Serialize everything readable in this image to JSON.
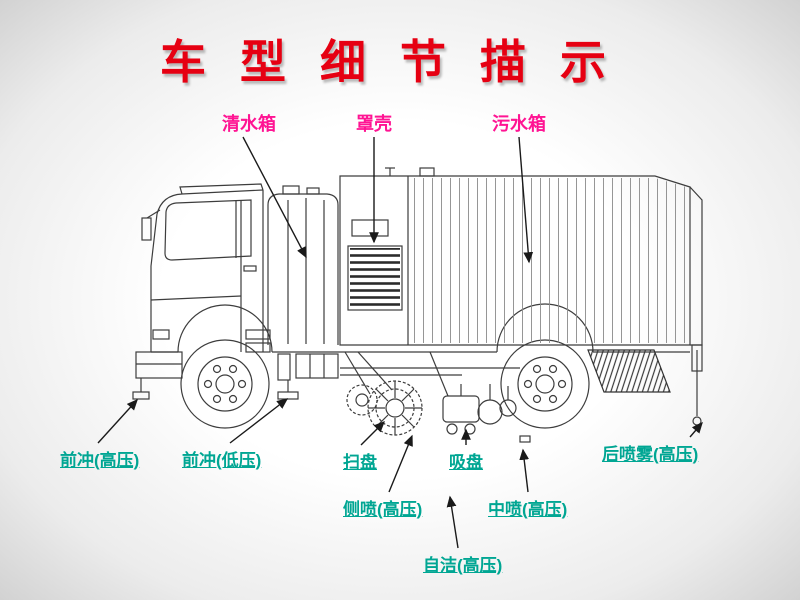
{
  "title": {
    "text": "车型细节描示"
  },
  "top_labels": [
    {
      "id": "clean-water-tank",
      "text": "清水箱"
    },
    {
      "id": "cover-shell",
      "text": "罩壳"
    },
    {
      "id": "sewage-tank",
      "text": "污水箱"
    }
  ],
  "bottom_labels": [
    {
      "id": "front-flush-high",
      "text": "前冲(高压)"
    },
    {
      "id": "front-flush-low",
      "text": "前冲(低压)"
    },
    {
      "id": "sweep-disc",
      "text": "扫盘"
    },
    {
      "id": "suction-disc",
      "text": "吸盘"
    },
    {
      "id": "rear-mist-high",
      "text": "后喷雾(高压)"
    },
    {
      "id": "side-spray-high",
      "text": "侧喷(高压)"
    },
    {
      "id": "mid-spray-high",
      "text": "中喷(高压)"
    },
    {
      "id": "self-clean-high",
      "text": "自洁(高压)"
    }
  ],
  "colors": {
    "title": "#e60012",
    "top_label": "#ff1493",
    "bottom_label": "#00a693"
  }
}
